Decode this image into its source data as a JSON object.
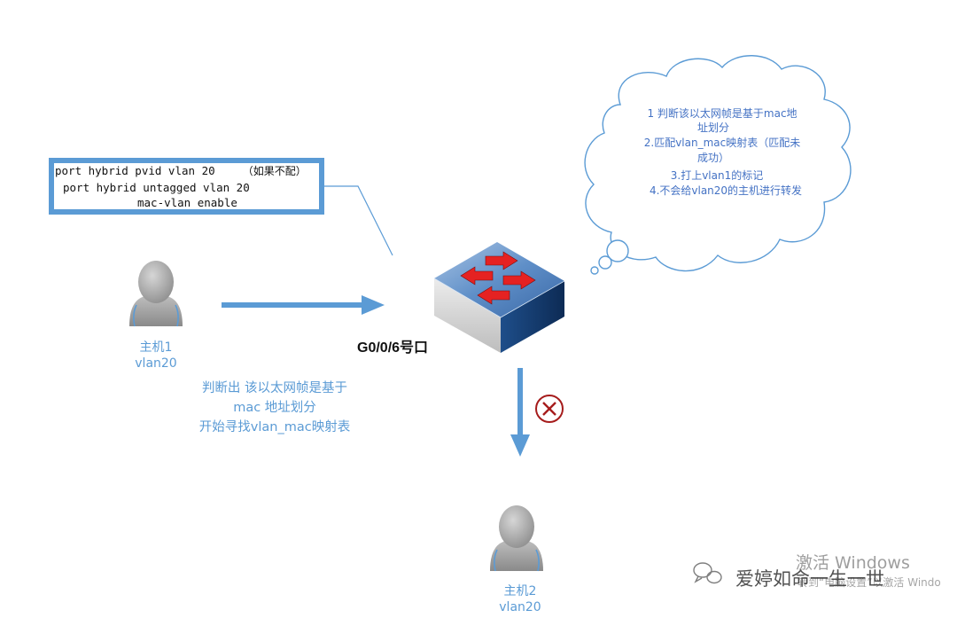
{
  "config": {
    "line1": "port hybrid pvid vlan 20",
    "line1_note": "（如果不配）",
    "line2": "port hybrid untagged vlan 20",
    "line3": "mac-vlan enable"
  },
  "host1": {
    "name": "主机1",
    "vlan": "vlan20"
  },
  "host2": {
    "name": "主机2",
    "vlan": "vlan20"
  },
  "port_label": "G0/0/6号口",
  "note": {
    "line1": "判断出 该以太网帧是基于",
    "line2": "mac 地址划分",
    "line3": "开始寻找vlan_mac映射表"
  },
  "cloud": {
    "line1": "1  判断该以太网帧是基于mac地",
    "line2": "址划分",
    "line3": "2.匹配vlan_mac映射表（匹配未",
    "line4": "成功）",
    "line5": "3.打上vlan1的标记",
    "line6": "4.不会给vlan20的主机进行转发"
  },
  "watermark": {
    "brand": "爱婷如命一生一世",
    "activate": "激活 Windows",
    "activate_sub": "转到“电脑设置”以激活 Windo"
  },
  "colors": {
    "accent_blue": "#5b9bd5",
    "cloud_text": "#4472c4",
    "deny_red": "#a61c1c",
    "switch_blue": "#3f6ea6",
    "arrow_red": "#e52222"
  },
  "icons": {
    "host": "person-icon",
    "switch": "network-switch-icon",
    "deny": "denied-x-icon",
    "wechat": "wechat-icon"
  }
}
